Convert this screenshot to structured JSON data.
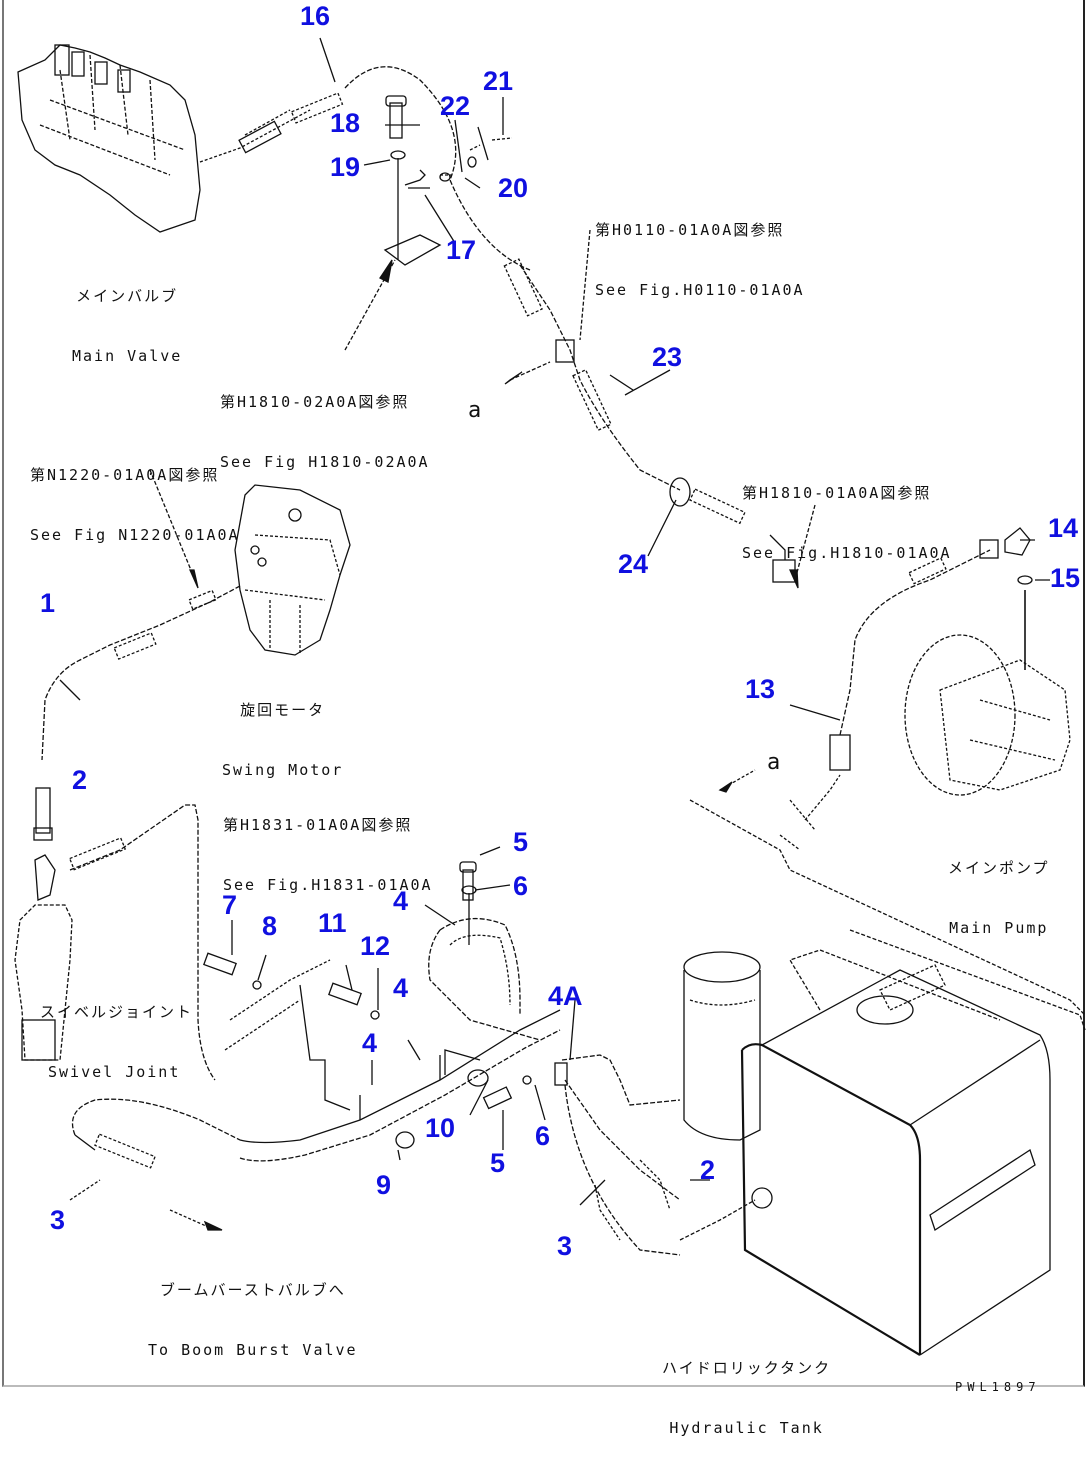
{
  "diagram": {
    "title": "Hydraulic piping parts diagram",
    "drawing_code": "PWL1897",
    "components": [
      {
        "id": "main-valve",
        "jp": "メインバルブ",
        "en": "Main Valve"
      },
      {
        "id": "swing-motor",
        "jp": "旋回モータ",
        "en": "Swing Motor"
      },
      {
        "id": "swivel-joint",
        "jp": "スイベルジョイント",
        "en": "Swivel Joint"
      },
      {
        "id": "main-pump",
        "jp": "メインポンプ",
        "en": "Main Pump"
      },
      {
        "id": "hydraulic-tank",
        "jp": "ハイドロリックタンク",
        "en": "Hydraulic Tank"
      },
      {
        "id": "boom-burst",
        "jp": "ブームバーストバルブへ",
        "en": "To Boom Burst Valve"
      }
    ],
    "references": [
      {
        "id": "ref-h0110",
        "jp": "第H0110-01A0A図参照",
        "en": "See Fig.H0110-01A0A"
      },
      {
        "id": "ref-h1810-02",
        "jp": "第H1810-02A0A図参照",
        "en": "See Fig H1810-02A0A"
      },
      {
        "id": "ref-n1220",
        "jp": "第N1220-01A0A図参照",
        "en": "See Fig N1220-01A0A"
      },
      {
        "id": "ref-h1810-01",
        "jp": "第H1810-01A0A図参照",
        "en": "See Fig.H1810-01A0A"
      },
      {
        "id": "ref-h1831",
        "jp": "第H1831-01A0A図参照",
        "en": "See Fig.H1831-01A0A"
      }
    ],
    "connector_marker": "a",
    "part_numbers": [
      "16",
      "18",
      "19",
      "22",
      "21",
      "20",
      "17",
      "23",
      "24",
      "1",
      "14",
      "15",
      "13",
      "2",
      "5",
      "6",
      "4",
      "7",
      "8",
      "11",
      "12",
      "4",
      "4",
      "4A",
      "10",
      "6",
      "5",
      "9",
      "3",
      "3",
      "2"
    ]
  }
}
